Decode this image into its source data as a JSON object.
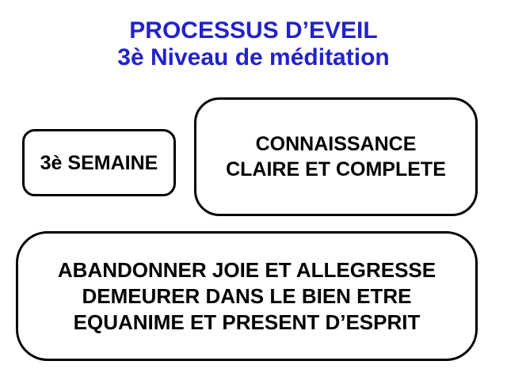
{
  "slide": {
    "title": {
      "line1": "PROCESSUS D’EVEIL",
      "line2": "3è Niveau de méditation",
      "color": "#2222CC"
    },
    "boxes": {
      "semaine": {
        "lines": {
          "0": "3è SEMAINE"
        }
      },
      "connaissance": {
        "lines": {
          "0": "CONNAISSANCE",
          "1": "CLAIRE ET COMPLETE"
        }
      },
      "abandonner": {
        "lines": {
          "0": "ABANDONNER JOIE ET ALLEGRESSE",
          "1": "DEMEURER DANS LE BIEN ETRE",
          "2": "EQUANIME ET PRESENT D’ESPRIT"
        }
      }
    },
    "text_color": "#000000",
    "border_color": "#000000",
    "background_color": "#ffffff"
  }
}
